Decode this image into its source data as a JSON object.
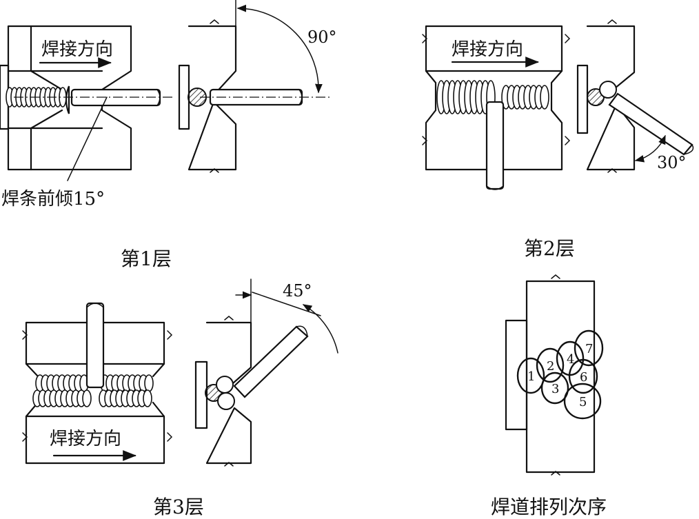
{
  "labels": {
    "weld_direction": "焊接方向",
    "rod_tilt": "焊条前倾15°",
    "angle_90": "90°",
    "angle_30": "30°",
    "angle_45": "45°"
  },
  "captions": {
    "layer1": "第1层",
    "layer2": "第2层",
    "layer3": "第3层",
    "bead_order": "焊道排列次序"
  },
  "bead_numbers": [
    "1",
    "2",
    "3",
    "4",
    "5",
    "6",
    "7"
  ]
}
